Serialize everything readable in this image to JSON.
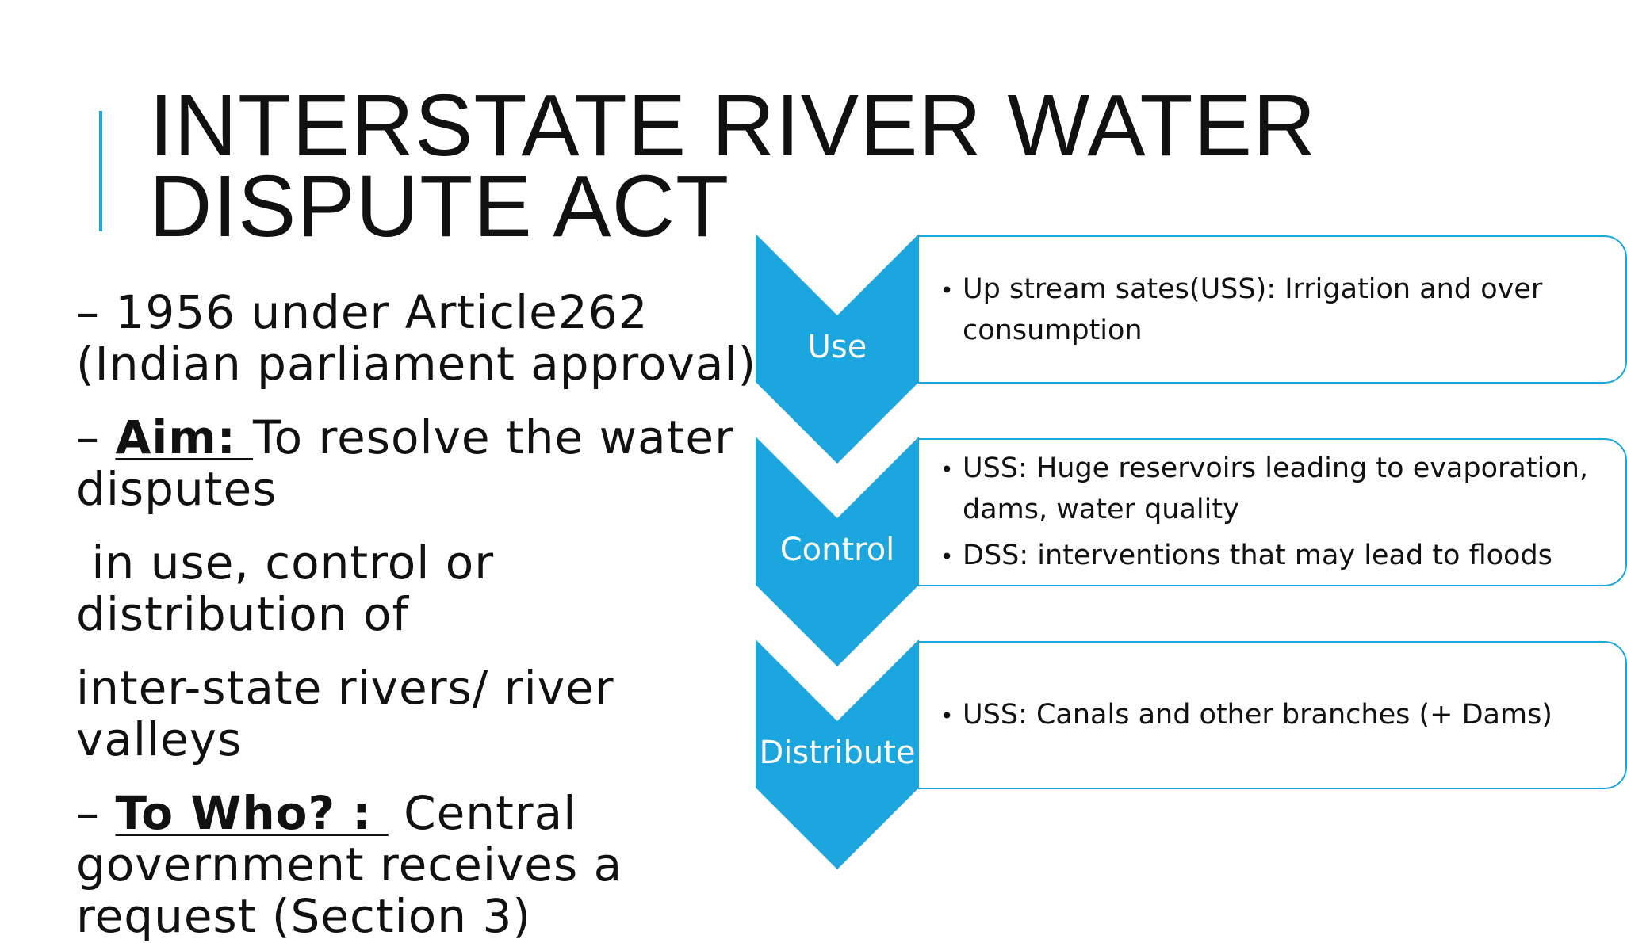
{
  "title": {
    "line1": "INTERSTATE RIVER WATER",
    "line2": "DISPUTE ACT"
  },
  "body": {
    "p1_line1": "– 1956 under Article262",
    "p1_line2": "(Indian parliament approval)",
    "p2_prefix": "– ",
    "p2_bold": "Aim: ",
    "p2_rest": "To resolve the water",
    "p2_line2": "disputes",
    "p3_line1": " in use, control or",
    "p3_line2": "distribution of",
    "p4_line1": "inter-state rivers/ river",
    "p4_line2": "valleys",
    "p5_prefix": "– ",
    "p5_bold": "To Who? : ",
    "p5_rest": " Central",
    "p5_line2": "government receives a",
    "p5_line3": "request (Section 3)"
  },
  "diagram": {
    "colors": {
      "accent": "#1ca6df",
      "chevron": "#1ca6df"
    },
    "steps": [
      {
        "label": "Use",
        "bullets": [
          "Up stream sates(USS): Irrigation and over consumption"
        ]
      },
      {
        "label": "Control",
        "bullets": [
          "USS: Huge reservoirs leading to evaporation, dams, water quality",
          "DSS: interventions that may lead to floods"
        ]
      },
      {
        "label": "Distribute",
        "bullets": [
          "USS: Canals and other branches (+ Dams)"
        ]
      }
    ]
  }
}
